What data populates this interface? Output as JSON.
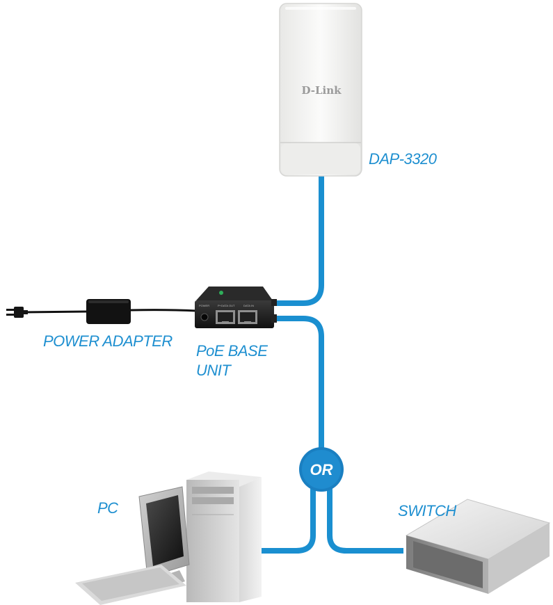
{
  "device_label": "DAP-3320",
  "brand_label": "D-Link",
  "power_adapter_label": "POWER ADAPTER",
  "poe_label_line1": "PoE BASE",
  "poe_label_line2": "UNIT",
  "or_label": "OR",
  "pc_label": "PC",
  "switch_label": "SWITCH",
  "poe_port_labels": [
    "POWER",
    "P+DATA OUT",
    "DATA IN"
  ],
  "colors": {
    "cable": "#1a8fd0",
    "label": "#1e8fd0",
    "or_badge": "#1a7fc1"
  }
}
